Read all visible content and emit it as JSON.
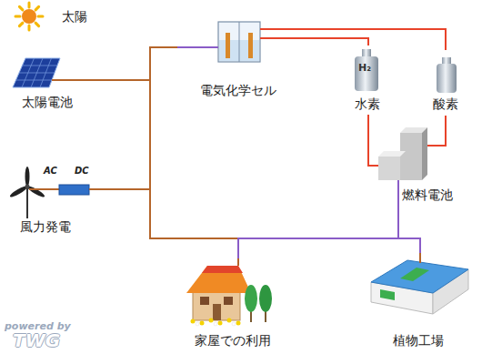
{
  "diagram": {
    "nodes": [
      {
        "text": [
          "太陽"
        ]
      },
      {
        "text": [
          "太陽電池"
        ]
      },
      {
        "text": [
          "風力発電"
        ]
      },
      {
        "text": [
          "電気化学セル"
        ]
      },
      {
        "text": [
          "H₂",
          "水素"
        ]
      },
      {
        "text": [
          "酸素"
        ]
      },
      {
        "text": [
          "燃料電池"
        ]
      },
      {
        "text": [
          "家屋での利用"
        ]
      },
      {
        "text": [
          "植物工場"
        ]
      }
    ],
    "edges": [
      {
        "from": 1,
        "to": 3,
        "arrow": "none"
      },
      {
        "from": 1,
        "to": 7,
        "arrow": "none"
      },
      {
        "from": 1,
        "to": 8,
        "arrow": "none"
      },
      {
        "from": 2,
        "to": 3,
        "arrow": "none"
      },
      {
        "from": 2,
        "to": 7,
        "arrow": "none"
      },
      {
        "from": 2,
        "to": 8,
        "arrow": "none"
      },
      {
        "from": 3,
        "to": 4,
        "arrow": "none"
      },
      {
        "from": 3,
        "to": 5,
        "arrow": "none"
      },
      {
        "from": 4,
        "to": 6,
        "arrow": "none"
      },
      {
        "from": 5,
        "to": 6,
        "arrow": "none"
      },
      {
        "from": 6,
        "to": 7,
        "arrow": "none"
      },
      {
        "from": 6,
        "to": 8,
        "arrow": "none"
      }
    ],
    "labels": [
      "AC",
      "DC",
      "powered by",
      "TWG"
    ]
  }
}
